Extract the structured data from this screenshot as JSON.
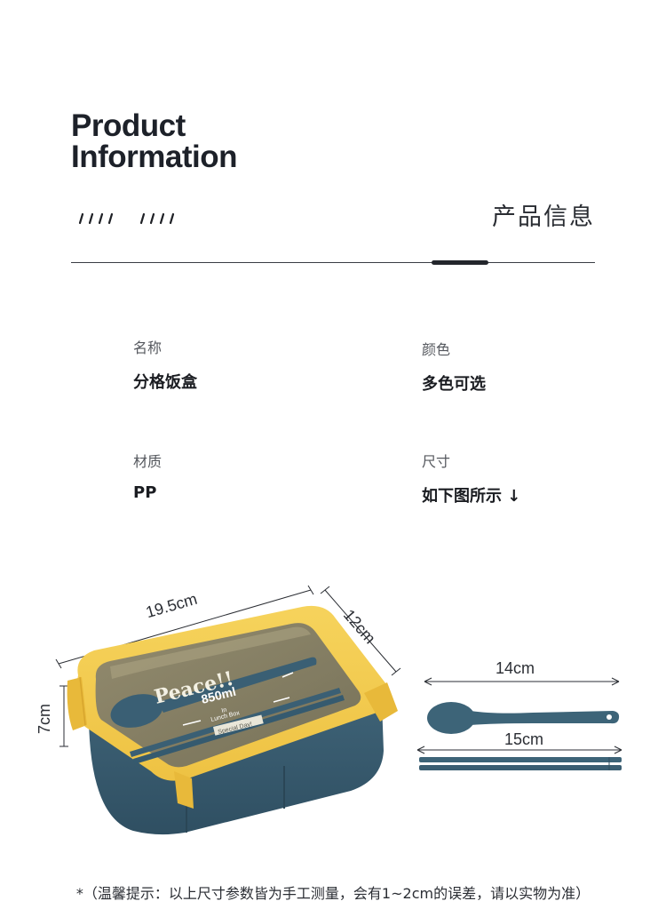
{
  "header": {
    "title_en_line1": "Product",
    "title_en_line2": "Information",
    "title_cn": "产品信息"
  },
  "specs": [
    {
      "label": "名称",
      "value": "分格饭盒"
    },
    {
      "label": "颜色",
      "value": "多色可选"
    },
    {
      "label": "材质",
      "value": "PP"
    },
    {
      "label": "尺寸",
      "value": "如下图所示 ↓"
    }
  ],
  "dimensions": {
    "box_length": "19.5cm",
    "box_width": "12cm",
    "box_height": "7cm",
    "spoon_length": "14cm",
    "chopsticks_length": "15cm"
  },
  "lid_print": {
    "brand": "Peace!!",
    "capacity": "850ml",
    "line1": "In",
    "line2": "Lunch Box",
    "tag": "Special Day!"
  },
  "note": "*（温馨提示：以上尺寸参数皆为手工测量，会有1~2cm的误差，请以实物为准）",
  "colors": {
    "lid_yellow": "#f3cb4a",
    "box_blue": "#37596d",
    "utensil_blue": "#3d6478",
    "text_dark": "#1d2129"
  }
}
